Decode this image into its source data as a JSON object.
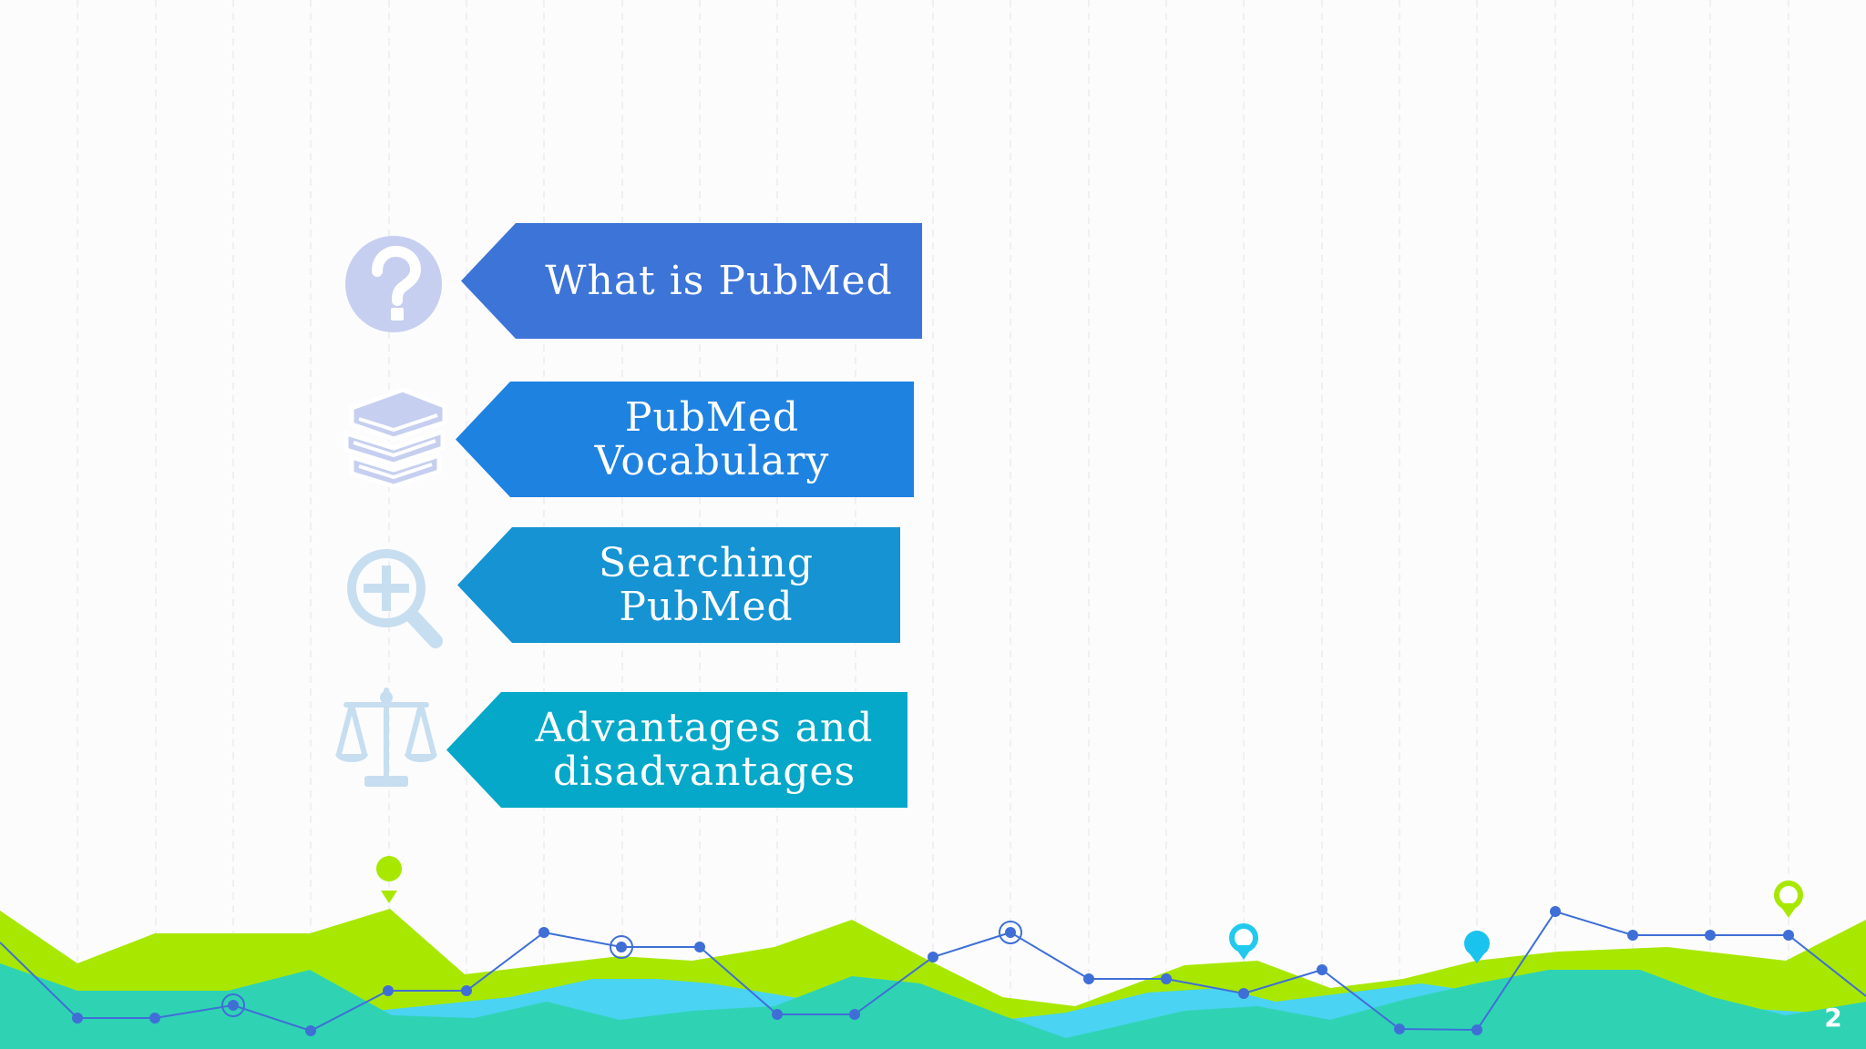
{
  "slide": {
    "page_number": "2"
  },
  "agenda": {
    "items": [
      {
        "label": "What is PubMed",
        "icon": "question-mark-icon",
        "color": "#3d74d8"
      },
      {
        "label": "PubMed Vocabulary",
        "icon": "books-icon",
        "color": "#1e82e1"
      },
      {
        "label": "Searching PubMed",
        "icon": "magnifier-plus-icon",
        "color": "#1593d3"
      },
      {
        "label": "Advantages and disadvantages",
        "icon": "scales-icon",
        "color": "#05a8c8"
      }
    ]
  },
  "theme": {
    "icon_color": "#c6cff0",
    "icon_color_light": "#c7def0",
    "lime": "#a8e800",
    "teal": "#2fd3b4",
    "cyan": "#4ad3f2",
    "line": "#3f6fd6"
  }
}
